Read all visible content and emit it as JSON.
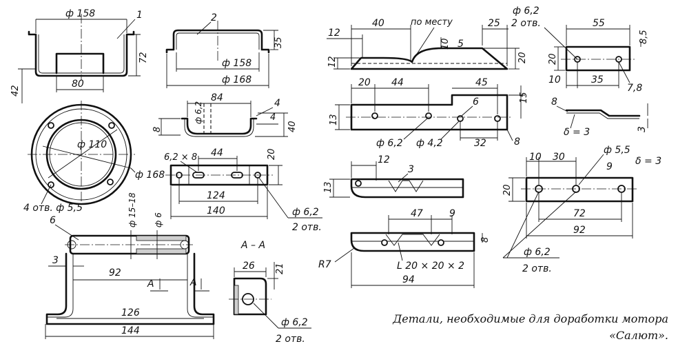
{
  "caption": {
    "line1": "Детали, необходимые для доработки мотора",
    "line2": "«Салют»."
  },
  "part1": {
    "number": "1",
    "dia_top": "ф 158",
    "height": "72",
    "depth": "42",
    "width": "80",
    "dia_inner": "ф 110",
    "dia_outer": "ф 168",
    "holes": "4 отв. ф 5,5"
  },
  "part2": {
    "number": "2",
    "height": "35",
    "dia_inner": "ф 158",
    "dia_outer": "ф 168"
  },
  "part4": {
    "number": "4",
    "length": "84",
    "dia": "ф 6,2",
    "height": "40",
    "small": "8",
    "wall": "4"
  },
  "plate": {
    "holes": "6,2 × 8",
    "pitch": "44",
    "height": "20",
    "inner": "124",
    "overall": "140",
    "dia": "ф 6,2",
    "count": "2 отв."
  },
  "part6": {
    "number": "6",
    "range": "ф 15–18",
    "dia": "ф 6",
    "wall": "3",
    "span": "92",
    "inner": "126",
    "overall": "144",
    "section_mark": "А"
  },
  "sectionAA": {
    "title": "А – А",
    "width": "26",
    "height": "21",
    "dia": "ф 6,2",
    "count": "2 отв."
  },
  "part5": {
    "number": "5",
    "note": "по месту",
    "d12": "12",
    "d40": "40",
    "d10": "10",
    "d25": "25",
    "d20": "20",
    "d12b": "12",
    "dia": "ф 6,2",
    "count": "2 отв."
  },
  "part5b": {
    "d20": "20",
    "d44": "44",
    "d45": "45",
    "d13": "13",
    "d15": "15",
    "dia1": "ф 6,2",
    "dia2": "ф 4,2",
    "mark": "6",
    "d32": "32",
    "d8": "8"
  },
  "part7": {
    "d55": "55",
    "d8_5": "8,5",
    "d20": "20",
    "d10": "10",
    "d35": "35",
    "mark": "7,8",
    "side8": "8",
    "delta": "δ = 3",
    "side3": "3"
  },
  "part3": {
    "number": "3",
    "d12": "12",
    "d13": "13",
    "d47": "47",
    "d9": "9",
    "d8": "8",
    "radius": "R7",
    "profile": "L 20 × 20 × 2",
    "length": "94"
  },
  "part9": {
    "number": "9",
    "d10": "10",
    "d30": "30",
    "dia": "ф 5,5",
    "delta": "δ = 3",
    "d20": "20",
    "d72": "72",
    "d92": "92",
    "dia2": "ф 6,2",
    "count": "2 отв."
  }
}
